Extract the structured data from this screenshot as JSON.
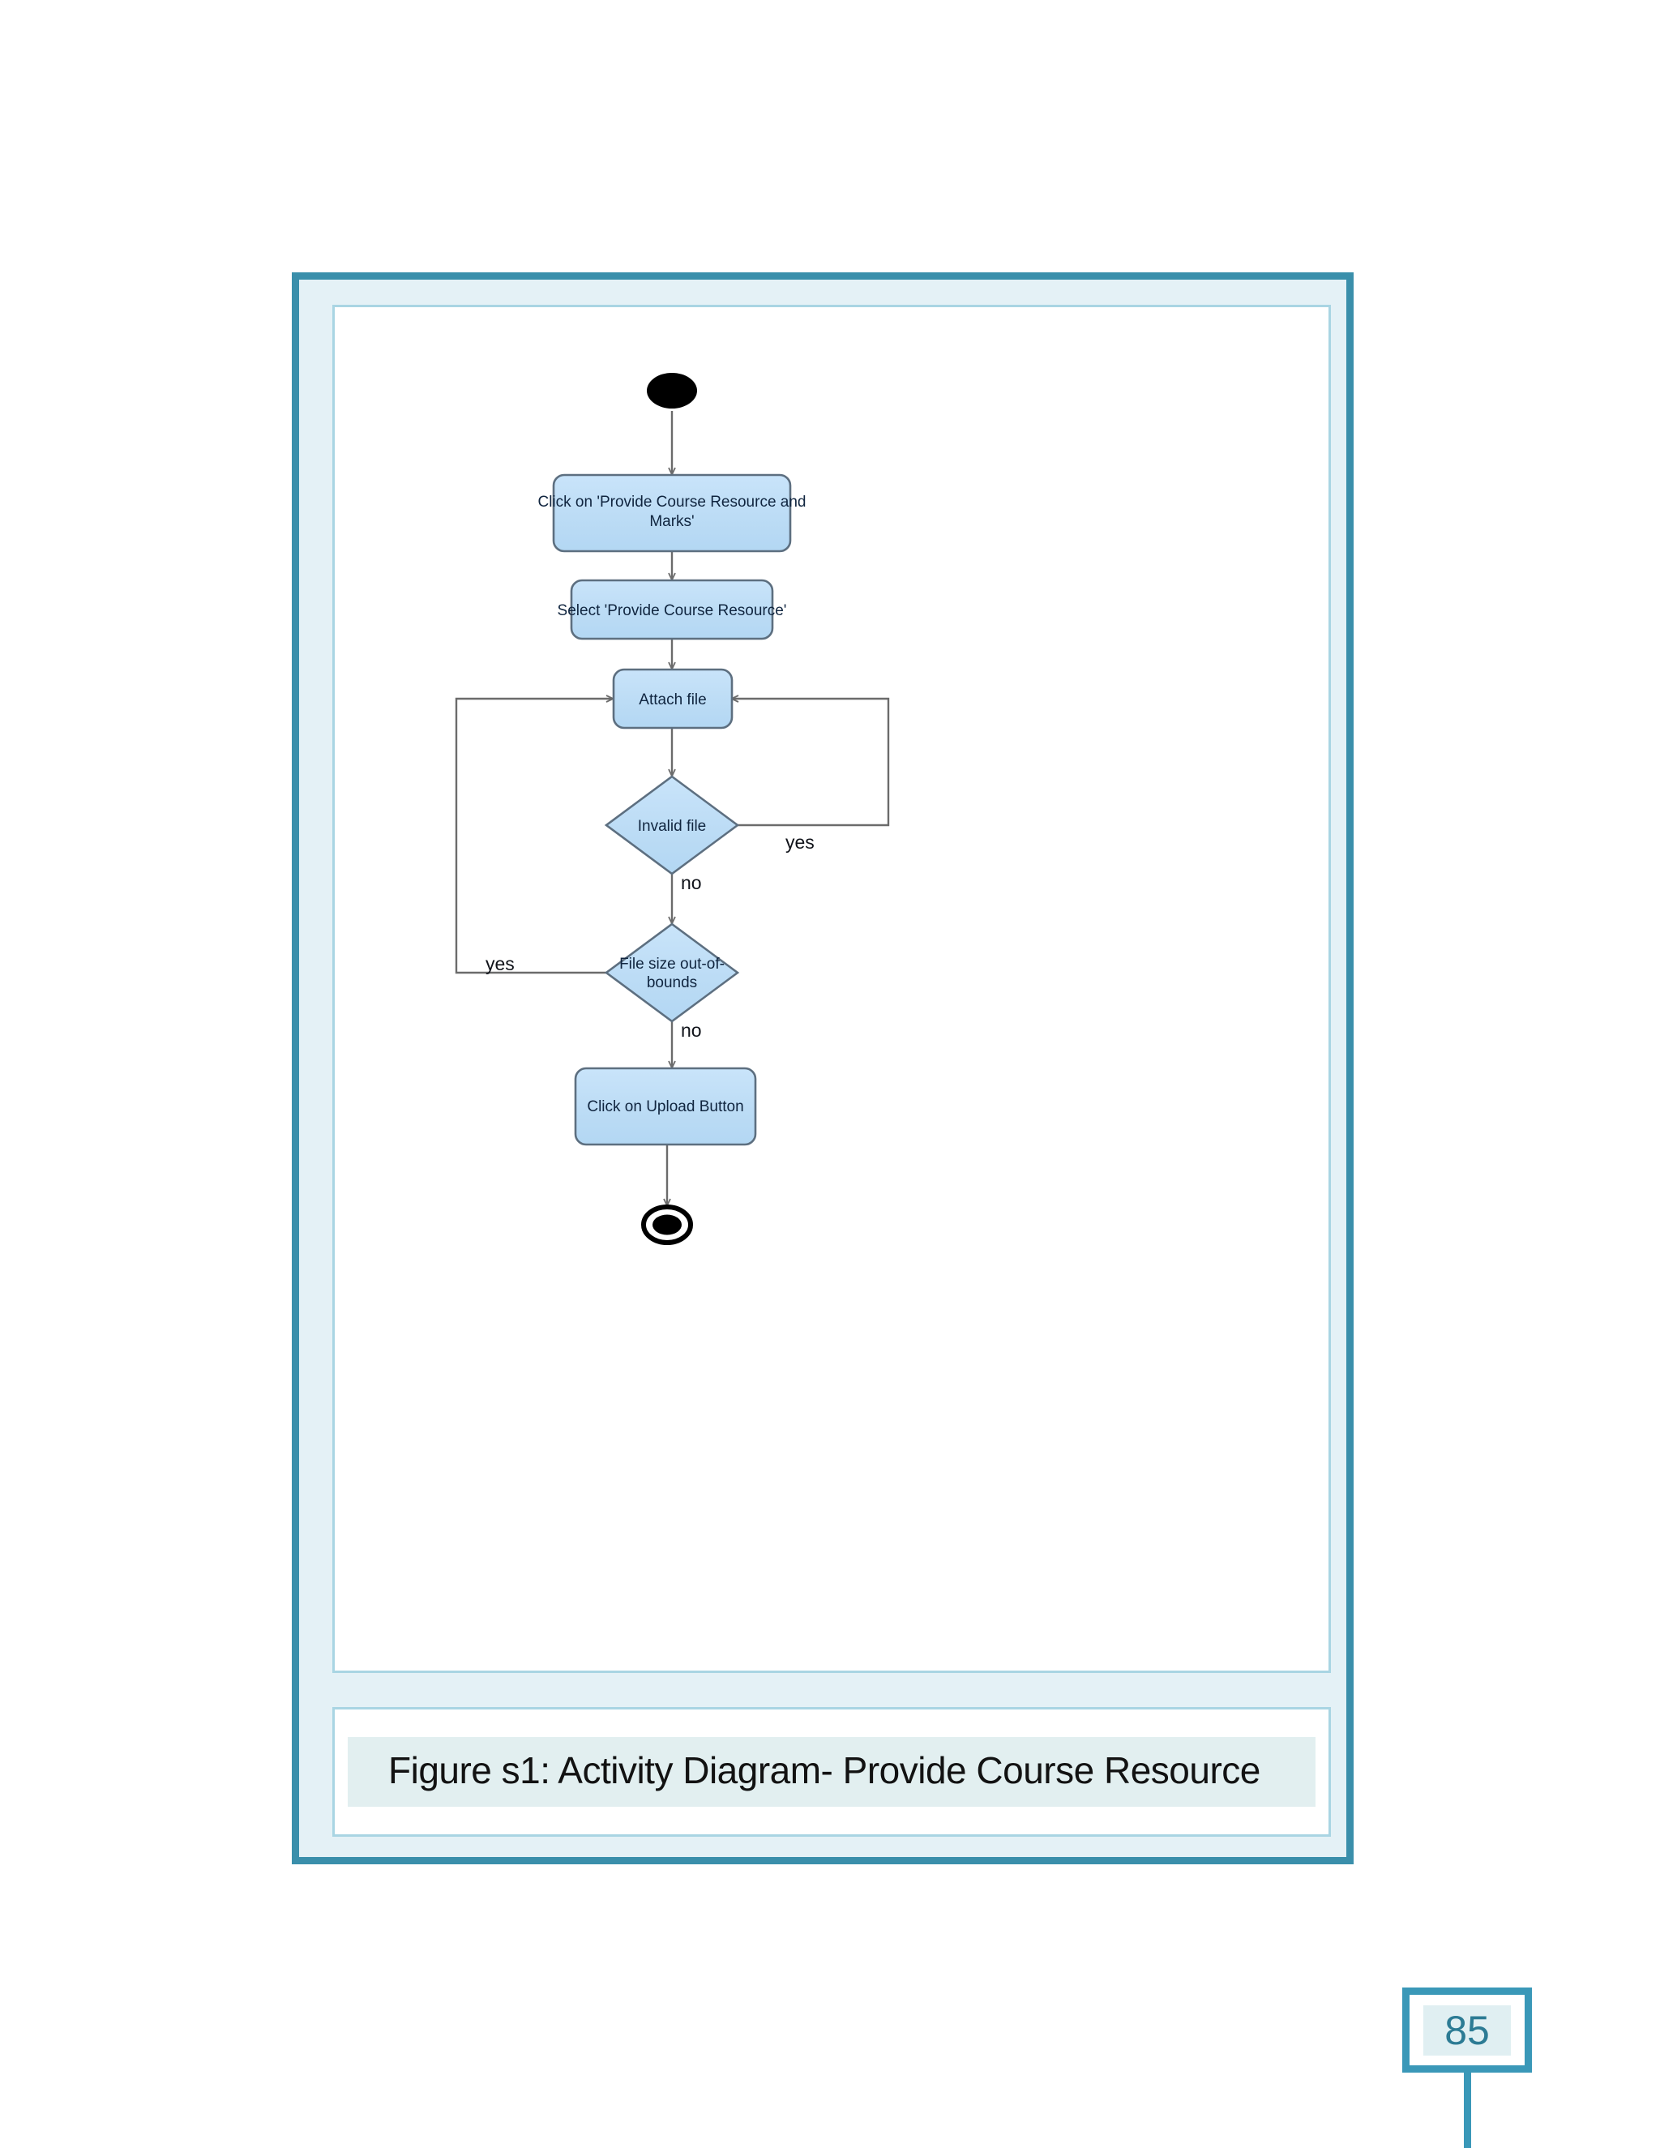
{
  "figure": {
    "caption": "Figure s1: Activity Diagram- Provide Course Resource"
  },
  "page": {
    "number": "85"
  },
  "colors": {
    "frame_border": "#3a8fab",
    "frame_band": "#e4f1f6",
    "card_border": "#a9d5e3",
    "node_fill": "#bcdcf5",
    "node_stroke": "#5d6f80",
    "edge_stroke": "#6b6b6b",
    "caption_band": "#e2eff0",
    "page_number_border": "#3a98b8",
    "page_number_fill": "#e0eff2",
    "page_number_text": "#2c7b94"
  },
  "diagram": {
    "type": "uml-activity-diagram",
    "title": "Provide Course Resource",
    "nodes": [
      {
        "id": "start",
        "kind": "initial-node",
        "label": ""
      },
      {
        "id": "click_prcm",
        "kind": "action",
        "label": "Click on 'Provide Course Resource and Marks'"
      },
      {
        "id": "select_pcr",
        "kind": "action",
        "label": "Select 'Provide Course Resource'"
      },
      {
        "id": "attach_file",
        "kind": "action",
        "label": "Attach file"
      },
      {
        "id": "invalid",
        "kind": "decision",
        "label": "Invalid file"
      },
      {
        "id": "filesize",
        "kind": "decision",
        "label": "File size out-of-bounds"
      },
      {
        "id": "upload",
        "kind": "action",
        "label": "Click on Upload Button"
      },
      {
        "id": "end",
        "kind": "final-node",
        "label": ""
      }
    ],
    "edges": [
      {
        "from": "start",
        "to": "click_prcm",
        "label": ""
      },
      {
        "from": "click_prcm",
        "to": "select_pcr",
        "label": ""
      },
      {
        "from": "select_pcr",
        "to": "attach_file",
        "label": ""
      },
      {
        "from": "attach_file",
        "to": "invalid",
        "label": ""
      },
      {
        "from": "invalid",
        "to": "attach_file",
        "label": "yes"
      },
      {
        "from": "invalid",
        "to": "filesize",
        "label": "no"
      },
      {
        "from": "filesize",
        "to": "attach_file",
        "label": "yes"
      },
      {
        "from": "filesize",
        "to": "upload",
        "label": "no"
      },
      {
        "from": "upload",
        "to": "end",
        "label": ""
      }
    ],
    "edge_labels": {
      "invalid_yes": "yes",
      "invalid_no": "no",
      "filesize_yes": "yes",
      "filesize_no": "no"
    }
  }
}
